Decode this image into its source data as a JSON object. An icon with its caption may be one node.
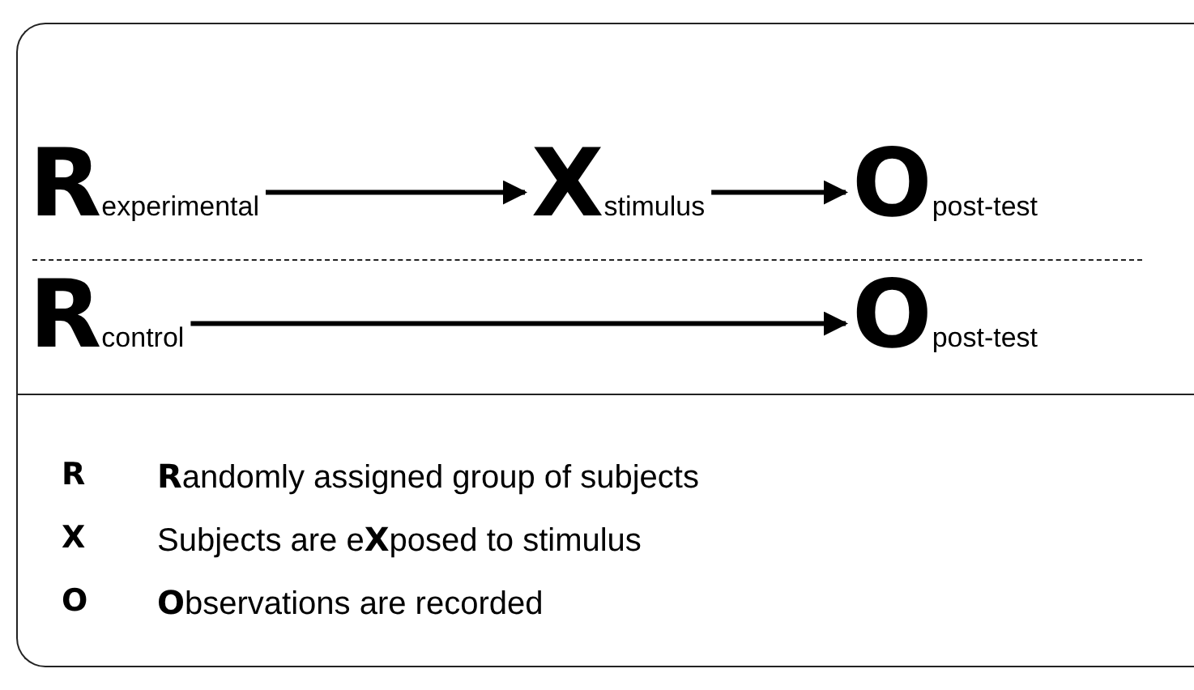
{
  "diagram": {
    "nodes": [
      {
        "text": [
          "**R**$_{experimental}$"
        ]
      },
      {
        "text": [
          "**X**$_{stimulus}$"
        ]
      },
      {
        "text": [
          "**O**$_{post-test}$"
        ]
      },
      {
        "text": [
          "**R**$_{control}$"
        ]
      },
      {
        "text": [
          "**O**$_{post-test}$"
        ]
      }
    ],
    "edges": [
      {
        "from": 0,
        "to": 1,
        "arrow": "to"
      },
      {
        "from": 1,
        "to": 2,
        "arrow": "to"
      },
      {
        "from": 3,
        "to": 4,
        "arrow": "to"
      }
    ],
    "labels": [
      "R",
      "**R**andomly assigned group of subjects",
      "X",
      "Subjects are e**X**posed to stimulus",
      "O",
      "**O**bservations are recorded"
    ]
  }
}
